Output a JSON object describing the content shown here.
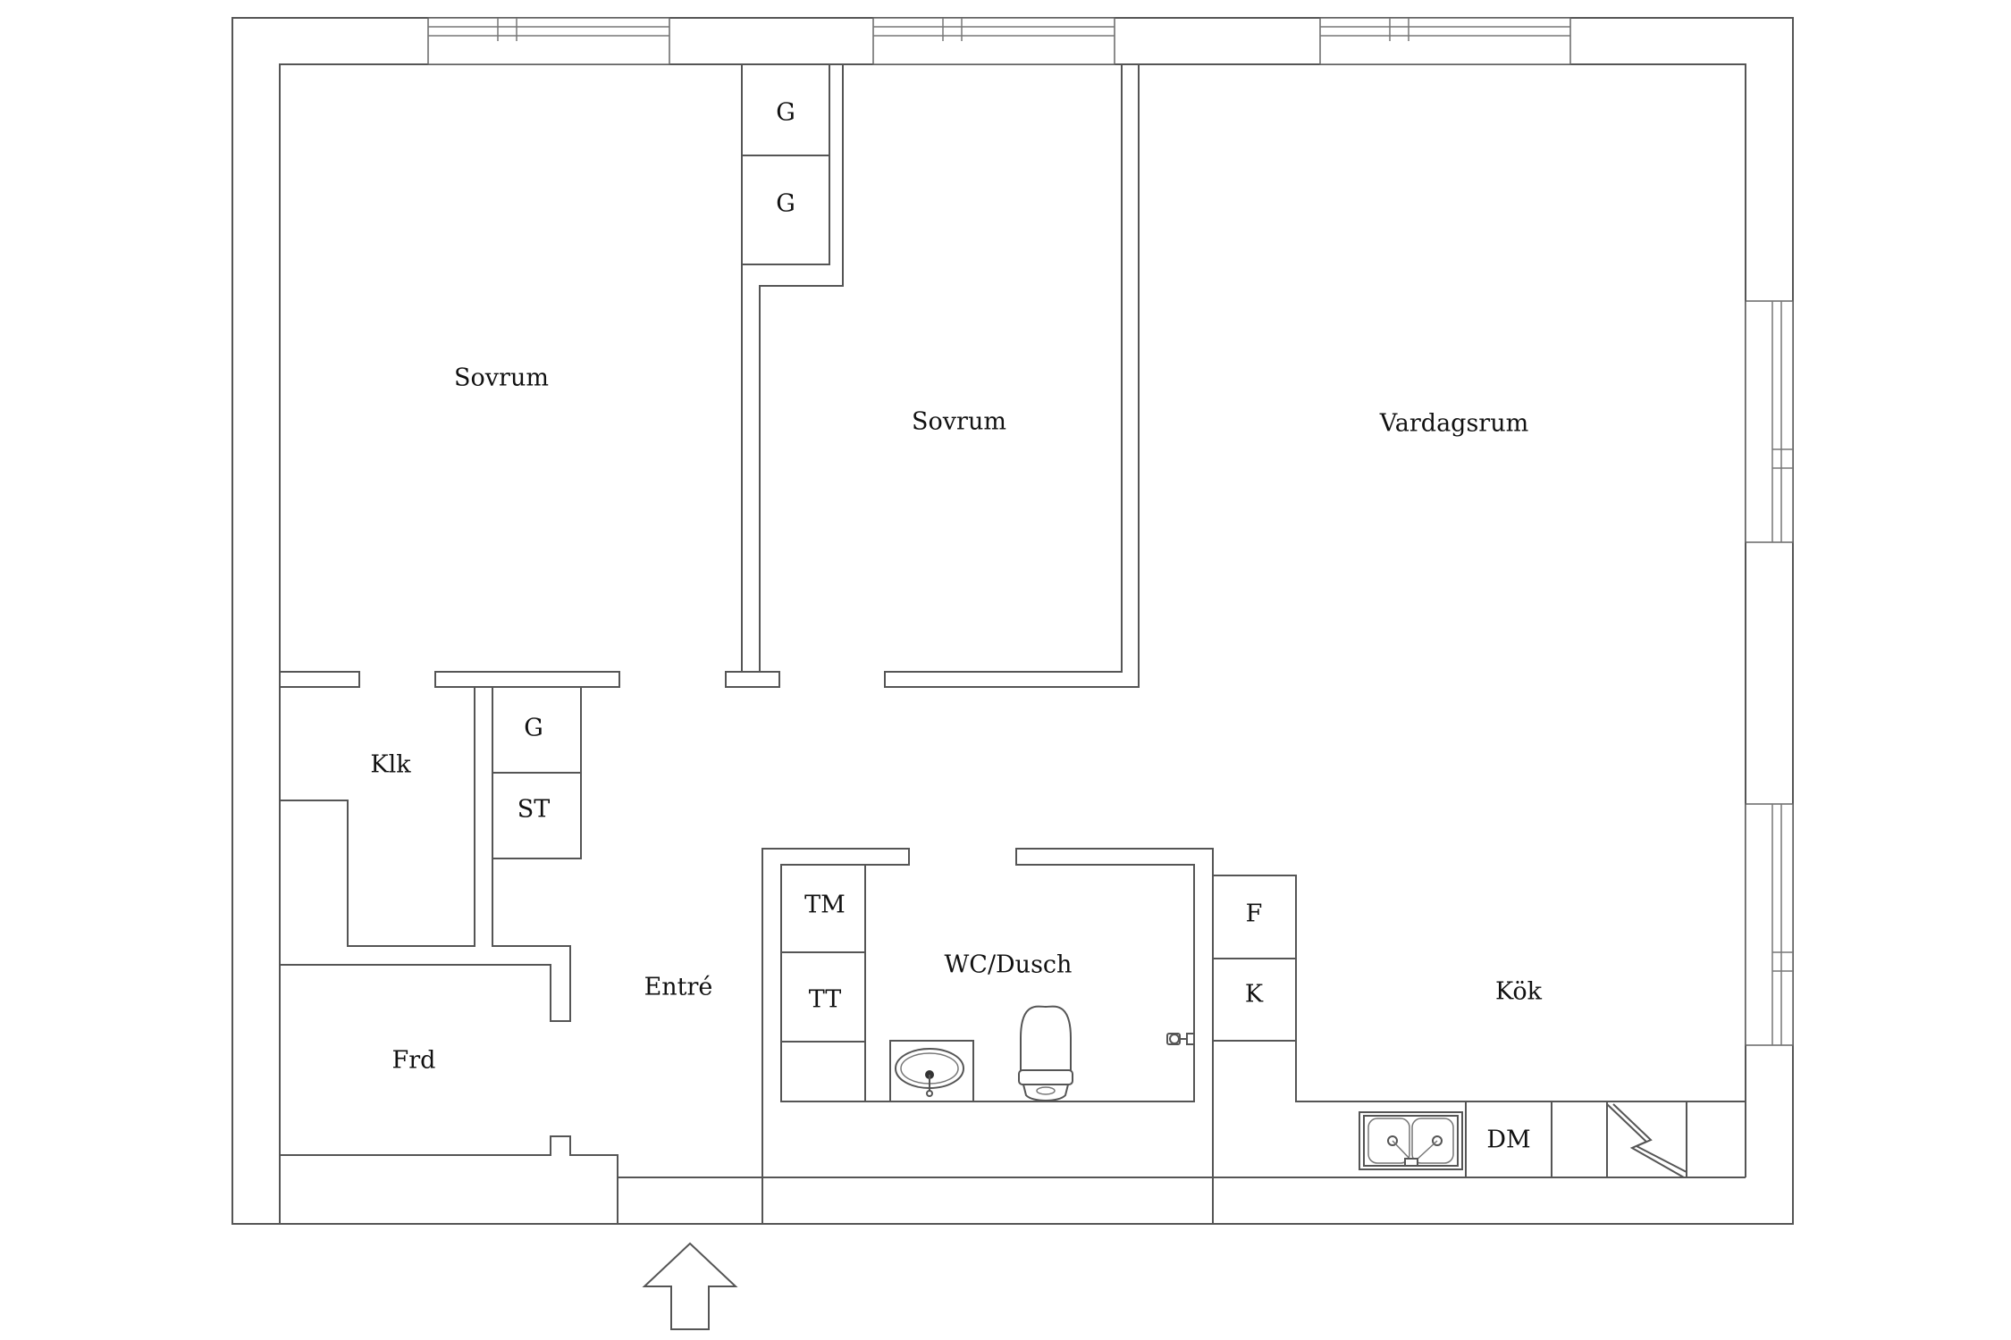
{
  "rooms": {
    "bedroom_left": "Sovrum",
    "bedroom_middle": "Sovrum",
    "living_room": "Vardagsrum",
    "walk_in_closet": "Klk",
    "storage": "Frd",
    "entrance": "Entré",
    "bathroom": "WC/Dusch",
    "kitchen": "Kök"
  },
  "labels": {
    "wardrobe_top_1": "G",
    "wardrobe_top_2": "G",
    "wardrobe_hall": "G",
    "cleaning_cabinet": "ST",
    "washing_machine": "TM",
    "tumble_dryer": "TT",
    "fridge": "F",
    "freezer": "K",
    "dishwasher": "DM"
  },
  "icons": {
    "entrance_arrow": "up-arrow-icon",
    "sink": "sink-icon",
    "toilet": "toilet-icon",
    "kitchen_sink": "double-sink-icon",
    "stove": "stove-icon",
    "shower": "shower-icon"
  }
}
